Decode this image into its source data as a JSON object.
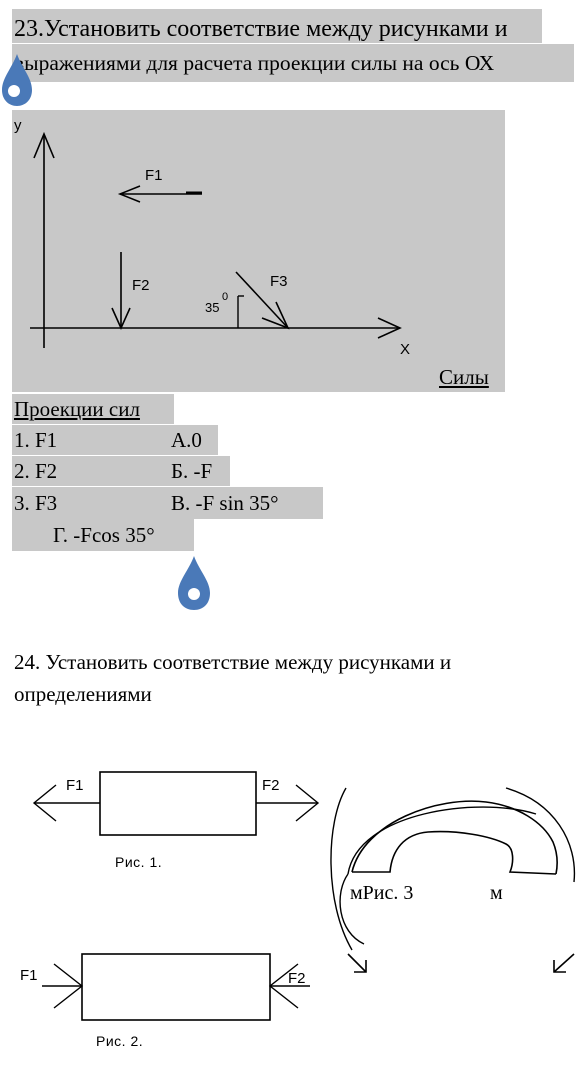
{
  "q23": {
    "title_line1": "23.Установить соответствие между рисунками и",
    "title_line2": "выражениями для расчета проекции силы на ось ОХ",
    "figure": {
      "axis_y": "y",
      "axis_x": "X",
      "force1": "F1",
      "force2": "F2",
      "force3": "F3",
      "angle": "35",
      "angle_sup": "0"
    },
    "forces_label": "Силы",
    "projections_label": "Проекции сил",
    "items": [
      {
        "left": "1. F1",
        "right": "А.0"
      },
      {
        "left": "2. F2",
        "right": "Б. -F"
      },
      {
        "left": "3. F3",
        "right": "В.  -F sin 35°"
      }
    ],
    "extra_option": "Г.  -Fcos 35°"
  },
  "q24": {
    "title_line1": "24.  Установить  соответствие  между  рисунками  и",
    "title_line2": "определениями",
    "fig1": {
      "f1": "F1",
      "f2": "F2",
      "caption": "Рис. 1."
    },
    "fig2": {
      "f1": "F1",
      "f2": "F2",
      "caption": "Рис. 2."
    },
    "fig3": {
      "caption": "мРис. 3",
      "m_right": "м"
    }
  },
  "colors": {
    "highlight": "#c8c8c8",
    "drop_marker": "#4a79b8"
  }
}
